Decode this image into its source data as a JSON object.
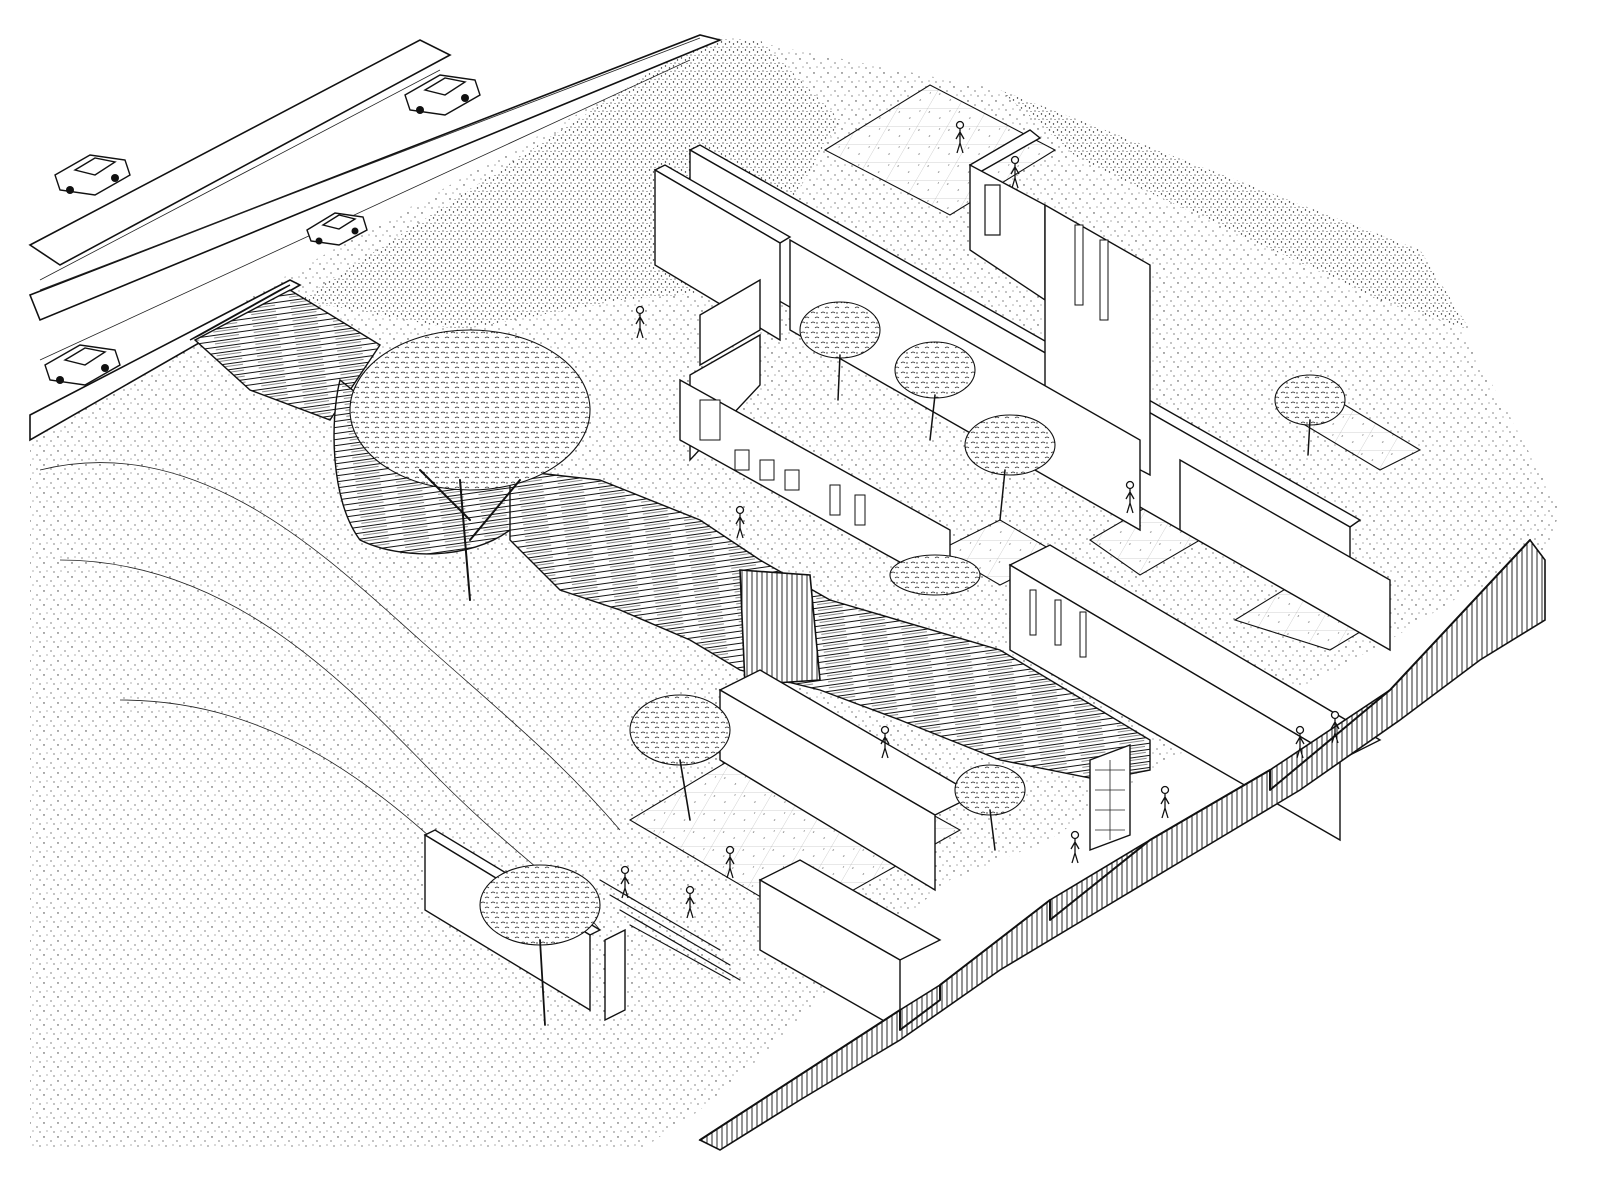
{
  "drawing": {
    "kind": "axonometric section drawing",
    "medium": "ink on paper",
    "ink_color": "#111111",
    "paper_color": "#ffffff"
  },
  "elements": {
    "road": "road-with-cars",
    "cars": [
      "car",
      "car",
      "car",
      "car"
    ],
    "bridge": "road-bridge",
    "rock_cut": "excavated-rock-wall",
    "walls": "parallel-concrete-walls",
    "courtyards": "sunken-courtyards",
    "trees": "trees",
    "people": "people",
    "section_cut": "ground-section-cut"
  }
}
